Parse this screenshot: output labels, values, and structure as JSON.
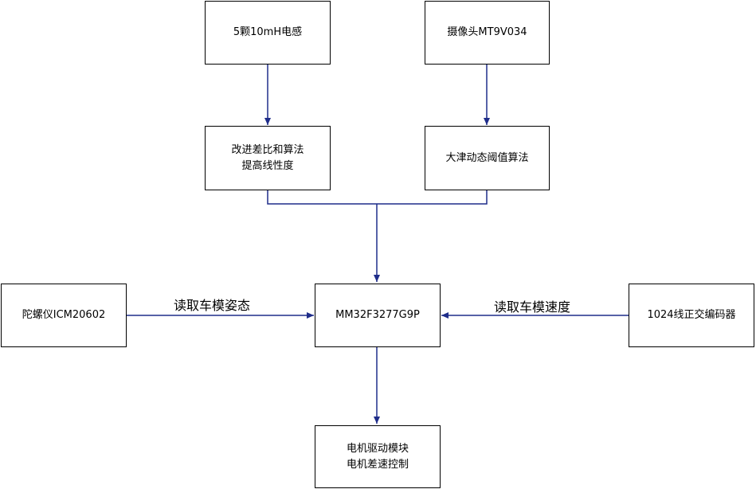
{
  "nodes": {
    "inductor": {
      "lines": [
        "5颗10mH电感"
      ]
    },
    "camera": {
      "lines": [
        "摄像头MT9V034"
      ]
    },
    "diff_ratio": {
      "lines": [
        "改进差比和算法",
        "提高线性度"
      ]
    },
    "otsu": {
      "lines": [
        "大津动态阈值算法"
      ]
    },
    "gyro": {
      "lines": [
        "陀螺仪ICM20602"
      ]
    },
    "mcu": {
      "lines": [
        "MM32F3277G9P"
      ]
    },
    "encoder": {
      "lines": [
        "1024线正交编码器"
      ]
    },
    "motor": {
      "lines": [
        "电机驱动模块",
        "电机差速控制"
      ]
    }
  },
  "edge_labels": {
    "gyro_to_mcu": "读取车模姿态",
    "encoder_to_mcu": "读取车模速度"
  },
  "colors": {
    "wire": "#1f2d8a",
    "border": "#000000"
  }
}
